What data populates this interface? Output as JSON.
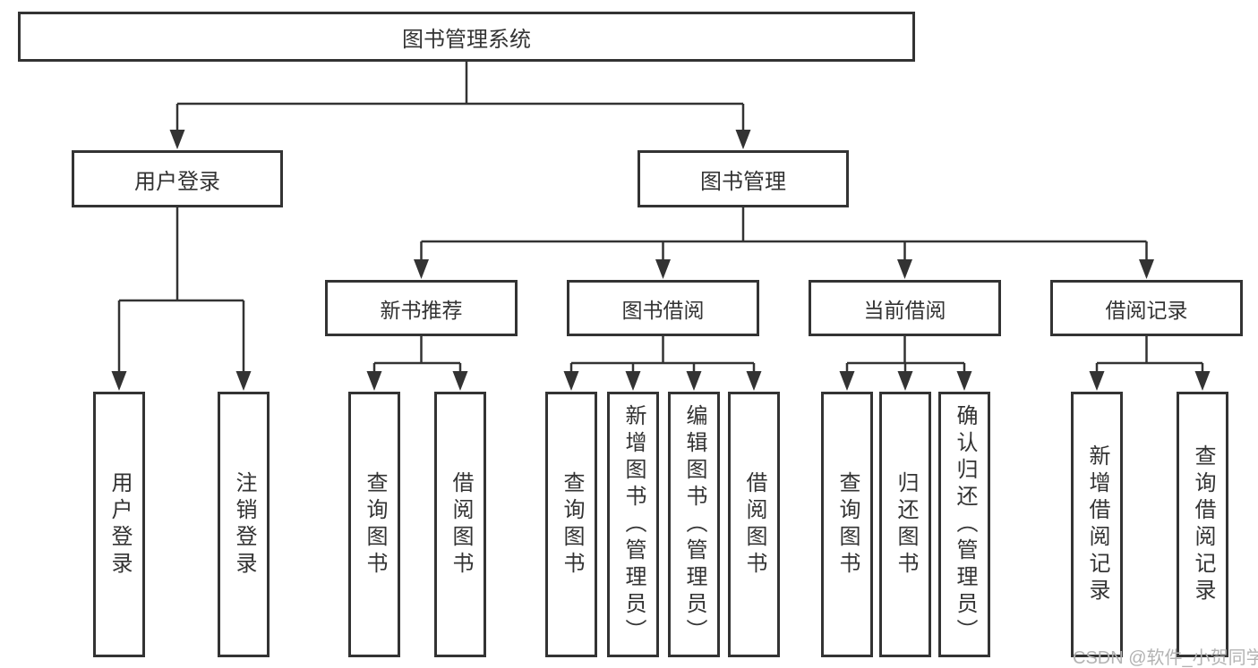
{
  "diagram_title": "图书管理系统",
  "tree": {
    "root": {
      "label": "图书管理系统"
    },
    "level2": [
      {
        "label": "用户登录"
      },
      {
        "label": "图书管理"
      }
    ],
    "level3": [
      {
        "label": "新书推荐",
        "parent": "图书管理"
      },
      {
        "label": "图书借阅",
        "parent": "图书管理"
      },
      {
        "label": "当前借阅",
        "parent": "图书管理"
      },
      {
        "label": "借阅记录",
        "parent": "图书管理"
      }
    ],
    "leaves": [
      {
        "label": "用户登录",
        "parent": "用户登录"
      },
      {
        "label": "注销登录",
        "parent": "用户登录"
      },
      {
        "label": "查询图书",
        "parent": "新书推荐"
      },
      {
        "label": "借阅图书",
        "parent": "新书推荐"
      },
      {
        "label": "查询图书",
        "parent": "图书借阅"
      },
      {
        "label": "新增图书（管理员）",
        "parent": "图书借阅"
      },
      {
        "label": "编辑图书（管理员）",
        "parent": "图书借阅"
      },
      {
        "label": "借阅图书",
        "parent": "图书借阅"
      },
      {
        "label": "查询图书",
        "parent": "当前借阅"
      },
      {
        "label": "归还图书",
        "parent": "当前借阅"
      },
      {
        "label": "确认归还（管理员）",
        "parent": "当前借阅"
      },
      {
        "label": "新增借阅记录",
        "parent": "借阅记录"
      },
      {
        "label": "查询借阅记录",
        "parent": "借阅记录"
      }
    ]
  },
  "watermark": {
    "text": "CSDN @软件_小贺同学"
  },
  "colors": {
    "line": "#333333",
    "box_border": "#333333",
    "text": "#333333",
    "watermark": "#b3b3b3",
    "background": "#ffffff"
  }
}
